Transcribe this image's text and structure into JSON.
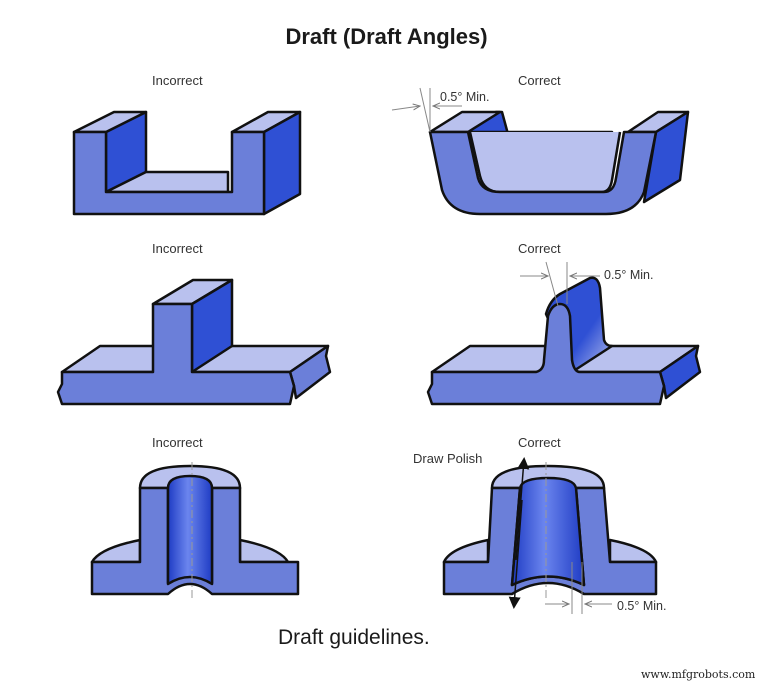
{
  "title": "Draft (Draft Angles)",
  "caption": "Draft guidelines.",
  "watermark": "www.mfgrobots.com",
  "colors": {
    "front_face": "#6b7fd9",
    "top_face": "#b9c1ee",
    "side_face": "#2f50d4",
    "outline": "#111111",
    "dim_line": "#888888"
  },
  "panels": [
    {
      "row": 1,
      "side": "left",
      "label": "Incorrect",
      "shape": "U-channel"
    },
    {
      "row": 1,
      "side": "right",
      "label": "Correct",
      "shape": "U-channel with draft",
      "dimension": "0.5° Min."
    },
    {
      "row": 2,
      "side": "left",
      "label": "Incorrect",
      "shape": "T-rib"
    },
    {
      "row": 2,
      "side": "right",
      "label": "Correct",
      "shape": "T-rib with draft",
      "dimension": "0.5° Min."
    },
    {
      "row": 3,
      "side": "left",
      "label": "Incorrect",
      "shape": "Boss section"
    },
    {
      "row": 3,
      "side": "right",
      "label": "Correct",
      "shape": "Boss section with draft",
      "dimension": "0.5° Min.",
      "annotation": "Draw Polish"
    }
  ]
}
